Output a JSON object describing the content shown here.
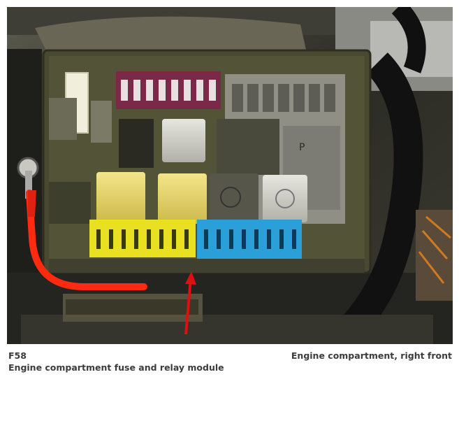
{
  "caption": {
    "component_code": "F58",
    "component_name": "Engine compartment fuse and relay module",
    "location": "Engine compartment, right front"
  },
  "colors": {
    "arrow": "#e01010",
    "cable": "#ff2a10",
    "fuse_yellow": "#e8e020",
    "fuse_blue": "#2a9fd8",
    "fuse_maroon": "#7a2a48",
    "module_body": "#4a4a30"
  }
}
